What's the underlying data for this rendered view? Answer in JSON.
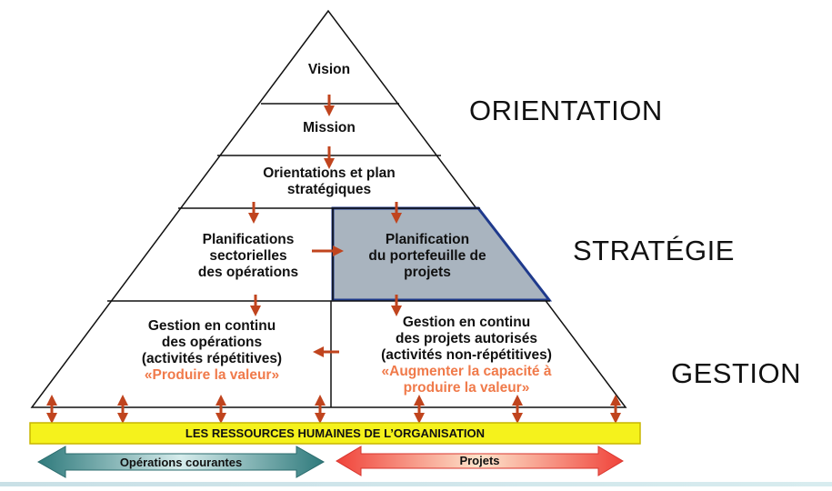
{
  "pyramid": {
    "vision": "Vision",
    "mission": "Mission",
    "orientations": [
      "Orientations et plan",
      "stratégiques"
    ],
    "planif_sectorielles": [
      "Planifications",
      "sectorielles",
      "des opérations"
    ],
    "planif_portefeuille": [
      "Planification",
      "du portefeuille de",
      "projets"
    ],
    "gestion_operations": [
      "Gestion en continu",
      "des opérations",
      "(activités répétitives)"
    ],
    "gestion_operations_quote": "«Produire la valeur»",
    "gestion_projets": [
      "Gestion en continu",
      "des projets autorisés",
      "(activités non-répétitives)"
    ],
    "gestion_projets_quote": [
      "«Augmenter la capacité à",
      "produire la valeur»"
    ]
  },
  "side_labels": {
    "orientation": "ORIENTATION",
    "strategie": "STRATÉGIE",
    "gestion": "GESTION"
  },
  "resources_bar": "LES RESSOURCES HUMAINES DE L’ORGANISATION",
  "bottom_arrows": {
    "left": "Opérations courantes",
    "right": "Projets"
  },
  "colors": {
    "arrow": "#c0441e",
    "highlight_fill": "#a9b4bf",
    "highlight_border": "#1f3a8c",
    "bar_yellow": "#f5f21c",
    "left_arrow": "#2f7a7c",
    "right_arrow": "#f0433a",
    "quote_orange": "#f07a4a"
  }
}
